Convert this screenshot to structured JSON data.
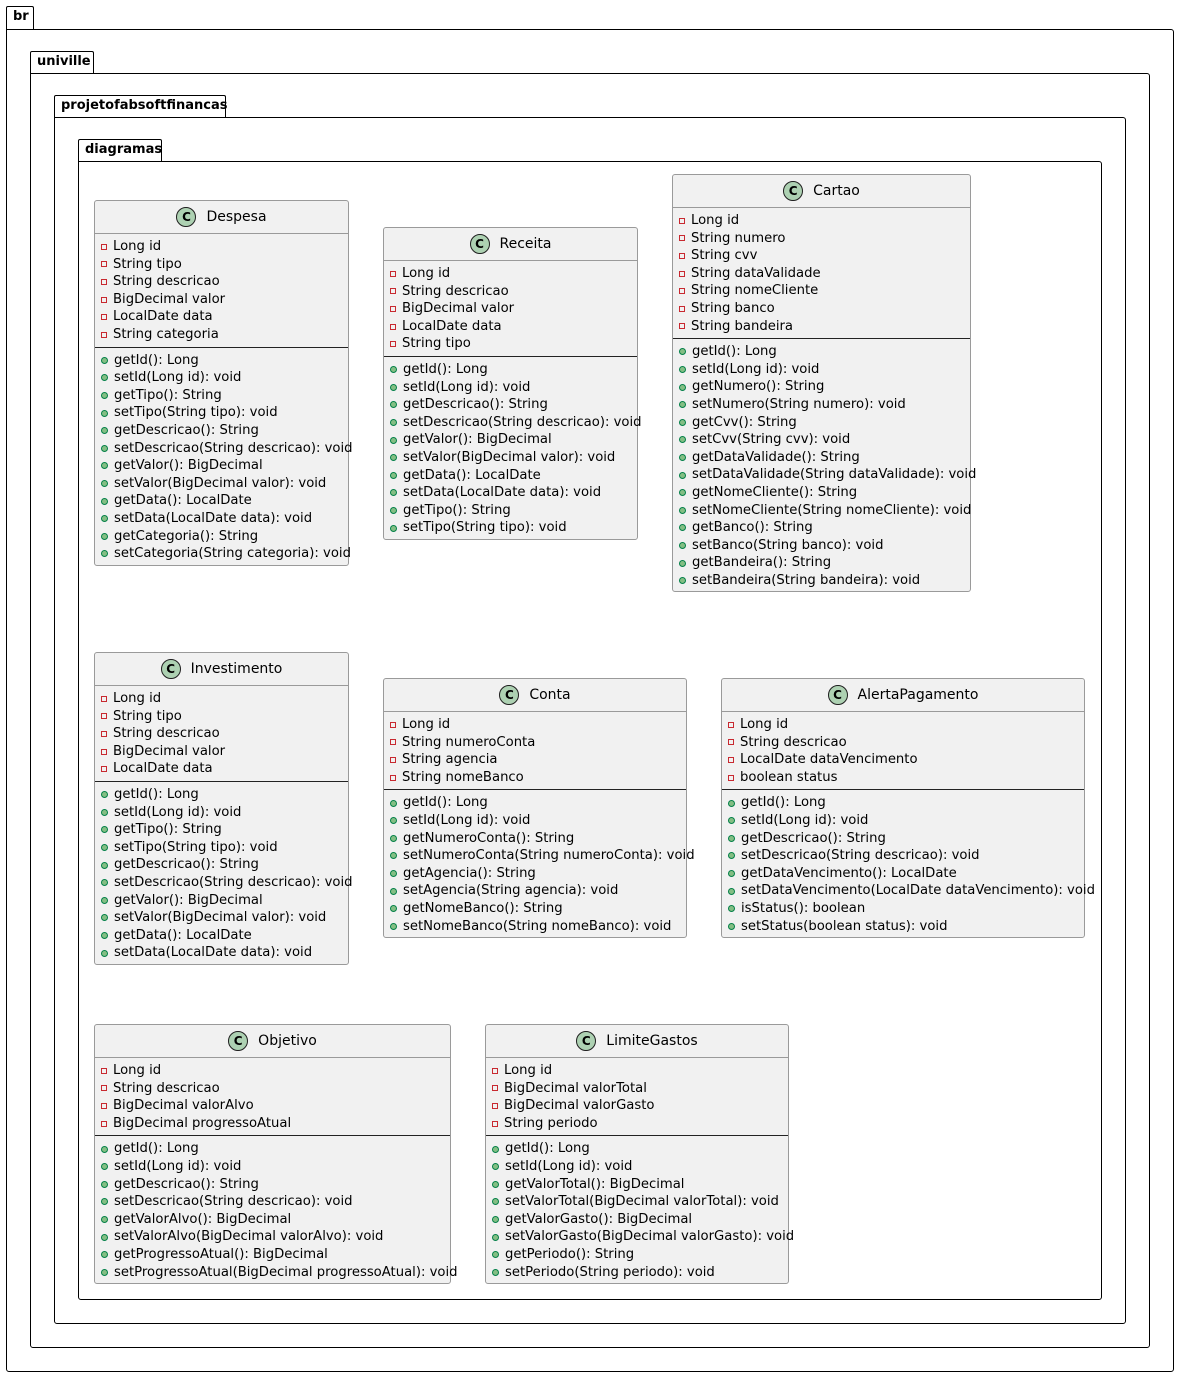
{
  "packages": [
    {
      "id": "br",
      "name": "br"
    },
    {
      "id": "univille",
      "name": "univille"
    },
    {
      "id": "projetofabsoftfinancas",
      "name": "projetofabsoftfinancas"
    },
    {
      "id": "diagramas",
      "name": "diagramas"
    }
  ],
  "classes": [
    {
      "name": "Despesa",
      "fields": [
        "Long id",
        "String tipo",
        "String descricao",
        "BigDecimal valor",
        "LocalDate data",
        "String categoria"
      ],
      "methods": [
        "getId(): Long",
        "setId(Long id): void",
        "getTipo(): String",
        "setTipo(String tipo): void",
        "getDescricao(): String",
        "setDescricao(String descricao): void",
        "getValor(): BigDecimal",
        "setValor(BigDecimal valor): void",
        "getData(): LocalDate",
        "setData(LocalDate data): void",
        "getCategoria(): String",
        "setCategoria(String categoria): void"
      ]
    },
    {
      "name": "Receita",
      "fields": [
        "Long id",
        "String descricao",
        "BigDecimal valor",
        "LocalDate data",
        "String tipo"
      ],
      "methods": [
        "getId(): Long",
        "setId(Long id): void",
        "getDescricao(): String",
        "setDescricao(String descricao): void",
        "getValor(): BigDecimal",
        "setValor(BigDecimal valor): void",
        "getData(): LocalDate",
        "setData(LocalDate data): void",
        "getTipo(): String",
        "setTipo(String tipo): void"
      ]
    },
    {
      "name": "Cartao",
      "fields": [
        "Long id",
        "String numero",
        "String cvv",
        "String dataValidade",
        "String nomeCliente",
        "String banco",
        "String bandeira"
      ],
      "methods": [
        "getId(): Long",
        "setId(Long id): void",
        "getNumero(): String",
        "setNumero(String numero): void",
        "getCvv(): String",
        "setCvv(String cvv): void",
        "getDataValidade(): String",
        "setDataValidade(String dataValidade): void",
        "getNomeCliente(): String",
        "setNomeCliente(String nomeCliente): void",
        "getBanco(): String",
        "setBanco(String banco): void",
        "getBandeira(): String",
        "setBandeira(String bandeira): void"
      ]
    },
    {
      "name": "Investimento",
      "fields": [
        "Long id",
        "String tipo",
        "String descricao",
        "BigDecimal valor",
        "LocalDate data"
      ],
      "methods": [
        "getId(): Long",
        "setId(Long id): void",
        "getTipo(): String",
        "setTipo(String tipo): void",
        "getDescricao(): String",
        "setDescricao(String descricao): void",
        "getValor(): BigDecimal",
        "setValor(BigDecimal valor): void",
        "getData(): LocalDate",
        "setData(LocalDate data): void"
      ]
    },
    {
      "name": "Conta",
      "fields": [
        "Long id",
        "String numeroConta",
        "String agencia",
        "String nomeBanco"
      ],
      "methods": [
        "getId(): Long",
        "setId(Long id): void",
        "getNumeroConta(): String",
        "setNumeroConta(String numeroConta): void",
        "getAgencia(): String",
        "setAgencia(String agencia): void",
        "getNomeBanco(): String",
        "setNomeBanco(String nomeBanco): void"
      ]
    },
    {
      "name": "AlertaPagamento",
      "fields": [
        "Long id",
        "String descricao",
        "LocalDate dataVencimento",
        "boolean status"
      ],
      "methods": [
        "getId(): Long",
        "setId(Long id): void",
        "getDescricao(): String",
        "setDescricao(String descricao): void",
        "getDataVencimento(): LocalDate",
        "setDataVencimento(LocalDate dataVencimento): void",
        "isStatus(): boolean",
        "setStatus(boolean status): void"
      ]
    },
    {
      "name": "Objetivo",
      "fields": [
        "Long id",
        "String descricao",
        "BigDecimal valorAlvo",
        "BigDecimal progressoAtual"
      ],
      "methods": [
        "getId(): Long",
        "setId(Long id): void",
        "getDescricao(): String",
        "setDescricao(String descricao): void",
        "getValorAlvo(): BigDecimal",
        "setValorAlvo(BigDecimal valorAlvo): void",
        "getProgressoAtual(): BigDecimal",
        "setProgressoAtual(BigDecimal progressoAtual): void"
      ]
    },
    {
      "name": "LimiteGastos",
      "fields": [
        "Long id",
        "BigDecimal valorTotal",
        "BigDecimal valorGasto",
        "String periodo"
      ],
      "methods": [
        "getId(): Long",
        "setId(Long id): void",
        "getValorTotal(): BigDecimal",
        "setValorTotal(BigDecimal valorTotal): void",
        "getValorGasto(): BigDecimal",
        "setValorGasto(BigDecimal valorGasto): void",
        "getPeriodo(): String",
        "setPeriodo(String periodo): void"
      ]
    }
  ],
  "class_badge_letter": "C",
  "colors": {
    "class_fill": "#f1f1f1",
    "badge_fill": "#add1b2",
    "private_marker": "#c82930",
    "public_marker": "#84be84"
  }
}
